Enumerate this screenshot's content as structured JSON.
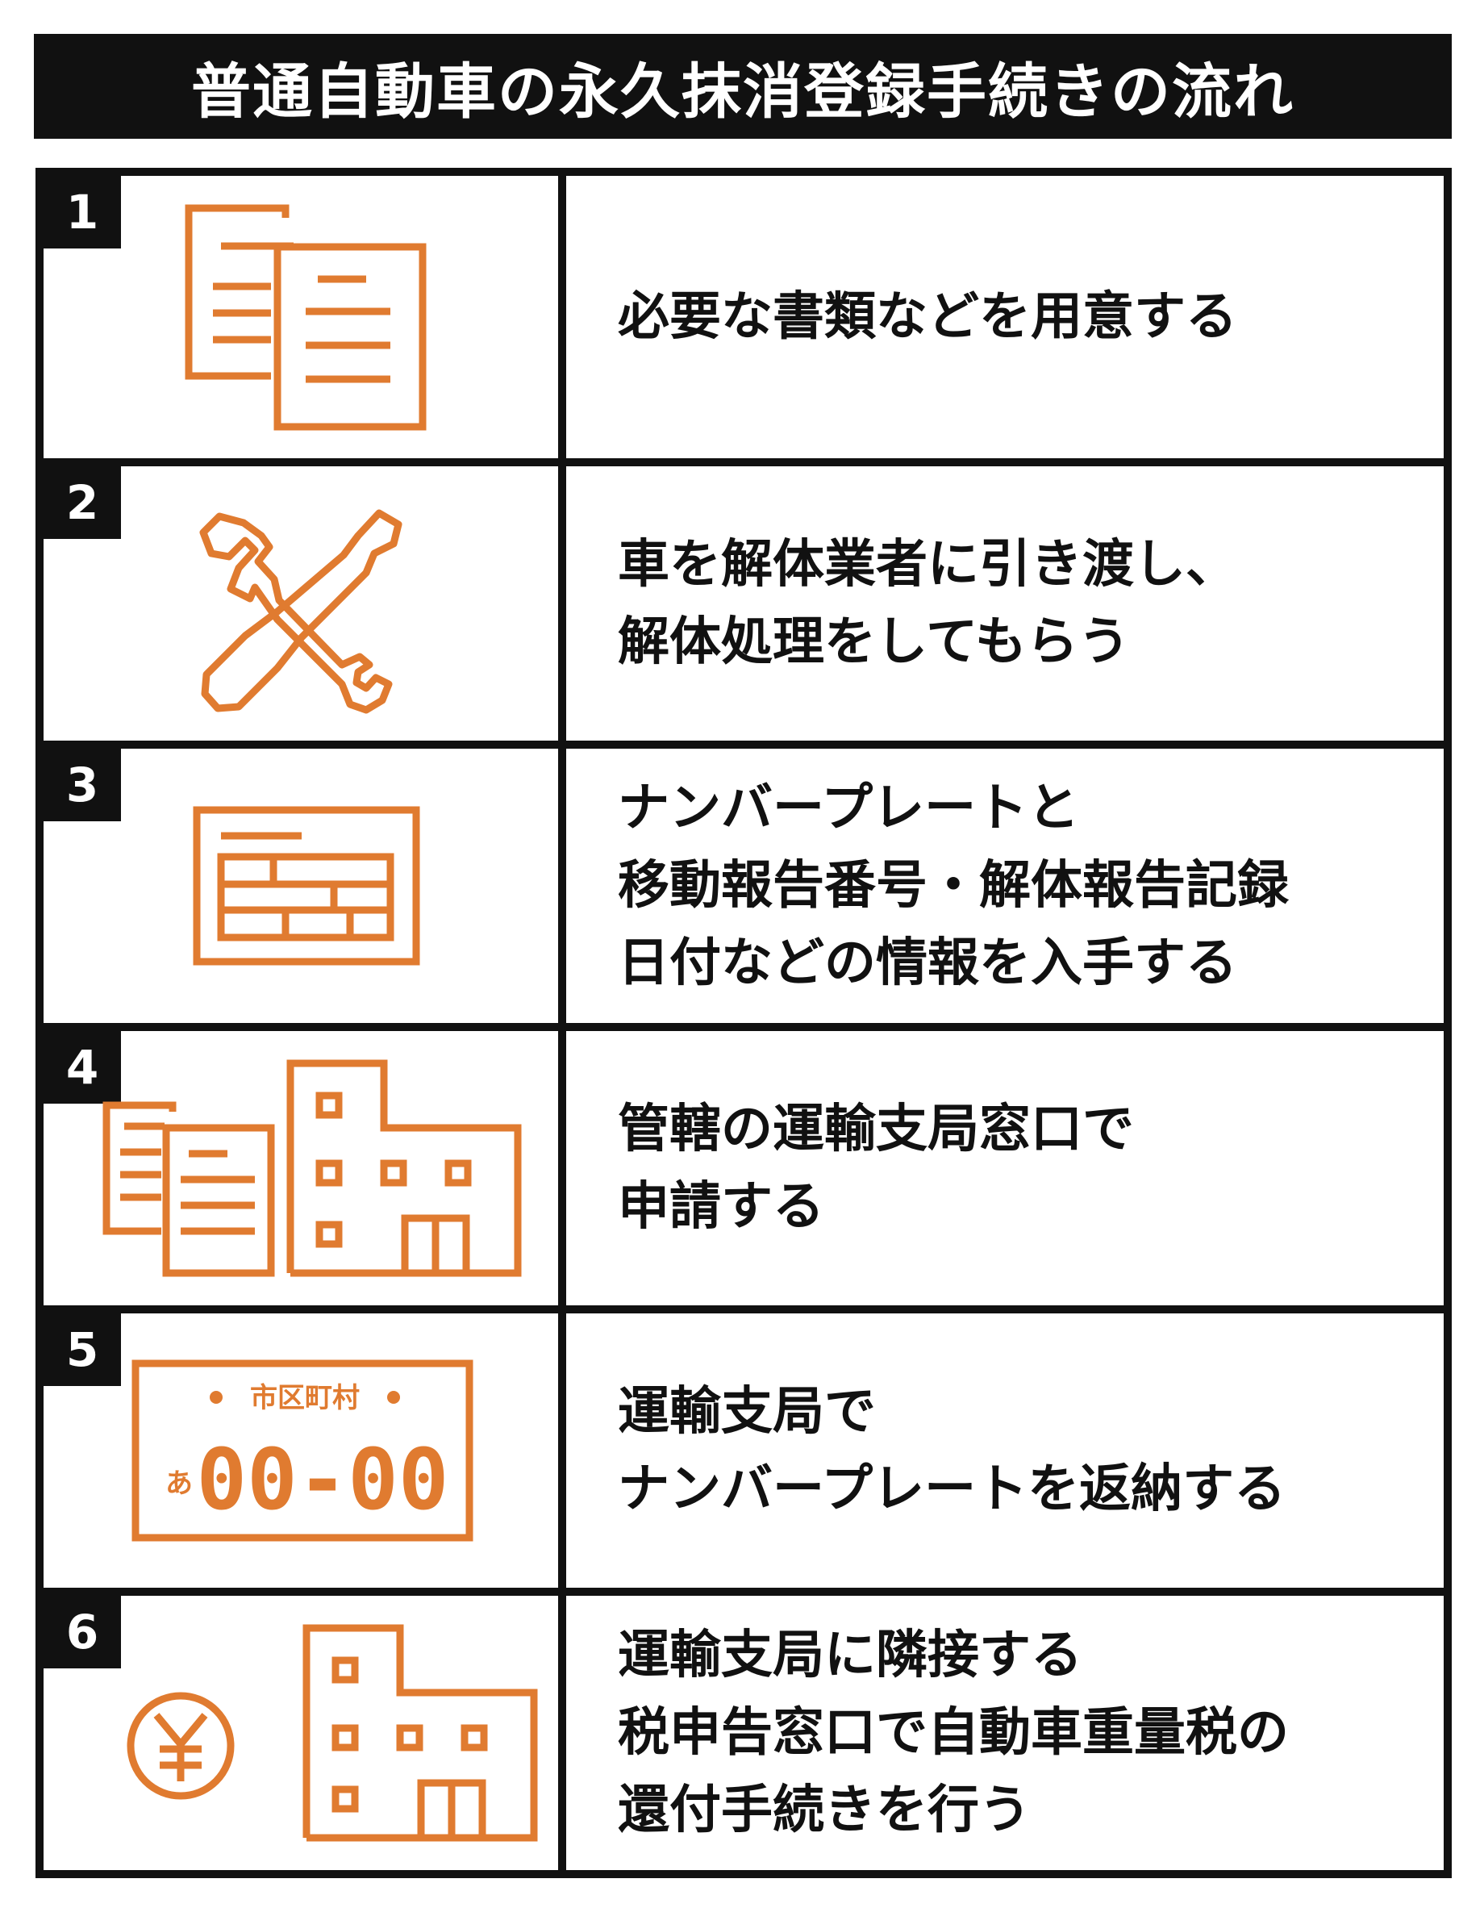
{
  "title": "普通自動車の永久抹消登録手続きの流れ",
  "colors": {
    "accent": "#E07B30",
    "ink": "#111111",
    "background": "#FFFFFF"
  },
  "steps": [
    {
      "number": "1",
      "icon": "documents-icon",
      "lines": [
        "必要な書類などを用意する"
      ]
    },
    {
      "number": "2",
      "icon": "tools-icon",
      "lines": [
        "車を解体業者に引き渡し、",
        "解体処理をしてもらう"
      ]
    },
    {
      "number": "3",
      "icon": "certificate-icon",
      "lines": [
        "ナンバープレートと",
        "移動報告番号・解体報告記録",
        "日付などの情報を入手する"
      ]
    },
    {
      "number": "4",
      "icon": "documents-office-icon",
      "lines": [
        "管轄の運輸支局窓口で",
        "申請する"
      ]
    },
    {
      "number": "5",
      "icon": "license-plate-icon",
      "plate": {
        "region": "市区町村",
        "kana": "あ",
        "number": "00-00"
      },
      "lines": [
        "運輸支局で",
        "ナンバープレートを返納する"
      ]
    },
    {
      "number": "6",
      "icon": "yen-office-icon",
      "lines": [
        "運輸支局に隣接する",
        "税申告窓口で自動車重量税の",
        "還付手続きを行う"
      ]
    }
  ]
}
